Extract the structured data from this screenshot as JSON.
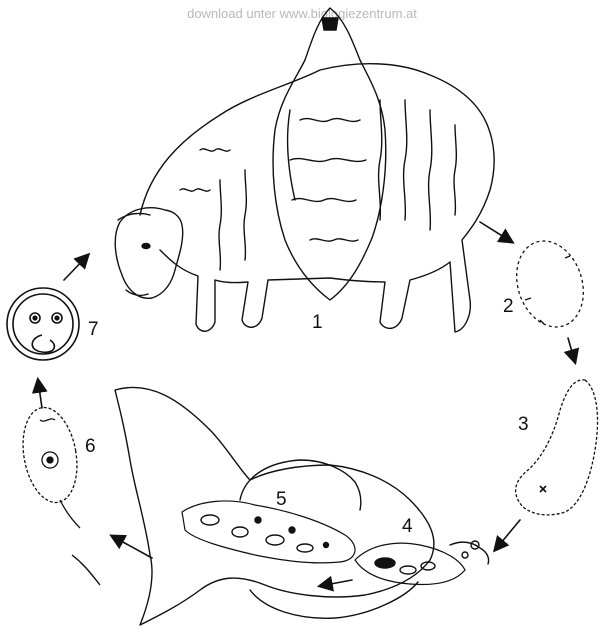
{
  "watermark": "download unter www.biologiezentrum.at",
  "stages": [
    {
      "id": 1,
      "label": "1",
      "icon": "sheep-host-with-liver-icon"
    },
    {
      "id": 2,
      "label": "2",
      "icon": "egg-icon"
    },
    {
      "id": 3,
      "label": "3",
      "icon": "miracidium-icon"
    },
    {
      "id": 4,
      "label": "4",
      "icon": "sporocyst-in-snail-icon"
    },
    {
      "id": 5,
      "label": "5",
      "icon": "rediae-in-snail-icon"
    },
    {
      "id": 6,
      "label": "6",
      "icon": "cercaria-icon"
    },
    {
      "id": 7,
      "label": "7",
      "icon": "metacercaria-cyst-icon"
    }
  ],
  "colors": {
    "ink": "#111111",
    "watermark": "#b9b9b9",
    "background": "#ffffff"
  }
}
